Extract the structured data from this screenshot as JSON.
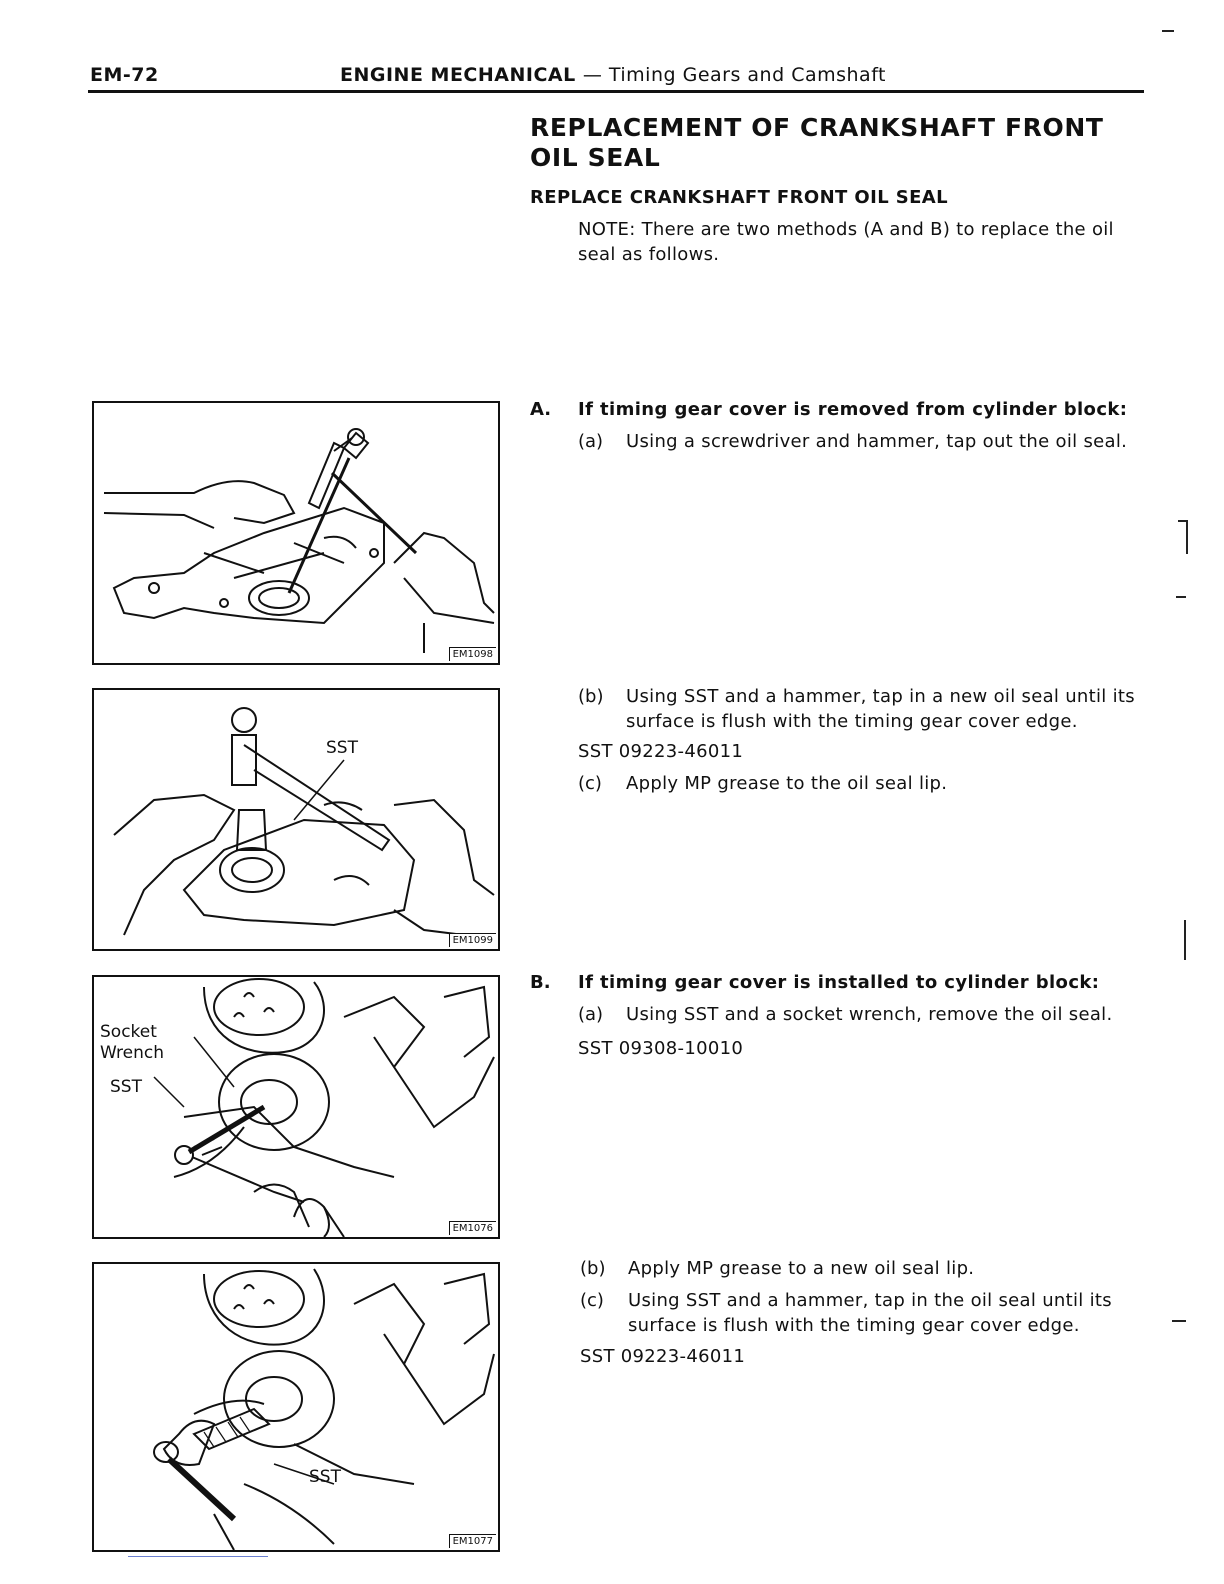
{
  "header": {
    "page_id": "EM-72",
    "section": "ENGINE MECHANICAL",
    "subsection": "— Timing Gears and Camshaft"
  },
  "title": "REPLACEMENT OF CRANKSHAFT FRONT OIL SEAL",
  "subtitle": "REPLACE CRANKSHAFT FRONT OIL SEAL",
  "note": "NOTE:  There are two methods (A and B) to replace the oil seal as follows.",
  "method_a": {
    "letter": "A.",
    "heading": "If timing gear cover is removed from cylinder block:",
    "steps": [
      {
        "label": "(a)",
        "text": "Using a screwdriver and hammer, tap out the oil seal."
      },
      {
        "label": "(b)",
        "text": "Using SST and a hammer, tap in a new oil seal until its surface is flush with the timing gear cover edge."
      },
      {
        "label": "(c)",
        "text": "Apply MP grease to the oil seal lip."
      }
    ],
    "sst": "SST 09223-46011"
  },
  "method_b": {
    "letter": "B.",
    "heading": "If timing gear cover is installed to cylinder block:",
    "steps": [
      {
        "label": "(a)",
        "text": "Using SST and a socket wrench, remove the oil seal."
      },
      {
        "label": "(b)",
        "text": "Apply MP grease to a new oil seal lip."
      },
      {
        "label": "(c)",
        "text": "Using SST and a hammer, tap in the oil seal until its surface is flush with the timing gear cover edge."
      }
    ],
    "sst_a": "SST 09308-10010",
    "sst_c": "SST 09223-46011"
  },
  "figures": [
    {
      "code": "EM1098",
      "callouts": []
    },
    {
      "code": "EM1099",
      "callouts": [
        "SST"
      ]
    },
    {
      "code": "EM1076",
      "callouts": [
        "Socket",
        "Wrench",
        "SST"
      ]
    },
    {
      "code": "EM1077",
      "callouts": [
        "SST"
      ]
    }
  ]
}
